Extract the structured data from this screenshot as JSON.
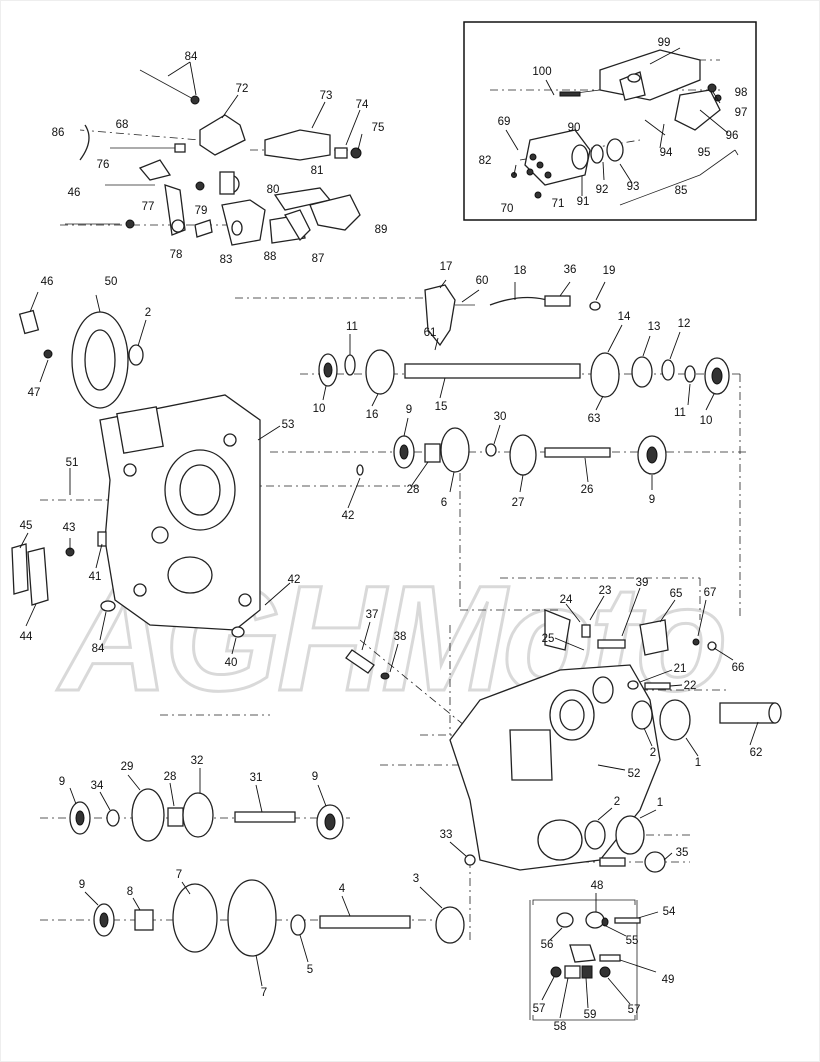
{
  "watermark": "AGHMoto",
  "callouts": [
    {
      "id": "c84a",
      "label": "84"
    },
    {
      "id": "c72",
      "label": "72"
    },
    {
      "id": "c73",
      "label": "73"
    },
    {
      "id": "c74",
      "label": "74"
    },
    {
      "id": "c75",
      "label": "75"
    },
    {
      "id": "c86",
      "label": "86"
    },
    {
      "id": "c68",
      "label": "68"
    },
    {
      "id": "c76",
      "label": "76"
    },
    {
      "id": "c46a",
      "label": "46"
    },
    {
      "id": "c77",
      "label": "77"
    },
    {
      "id": "c79",
      "label": "79"
    },
    {
      "id": "c80",
      "label": "80"
    },
    {
      "id": "c81",
      "label": "81"
    },
    {
      "id": "c83",
      "label": "83"
    },
    {
      "id": "c88",
      "label": "88"
    },
    {
      "id": "c87",
      "label": "87"
    },
    {
      "id": "c89",
      "label": "89"
    },
    {
      "id": "c78",
      "label": "78"
    },
    {
      "id": "c99",
      "label": "99"
    },
    {
      "id": "c100",
      "label": "100"
    },
    {
      "id": "c98",
      "label": "98"
    },
    {
      "id": "c97",
      "label": "97"
    },
    {
      "id": "c96",
      "label": "96"
    },
    {
      "id": "c69",
      "label": "69"
    },
    {
      "id": "c90",
      "label": "90"
    },
    {
      "id": "c94",
      "label": "94"
    },
    {
      "id": "c95",
      "label": "95"
    },
    {
      "id": "c82",
      "label": "82"
    },
    {
      "id": "c92",
      "label": "92"
    },
    {
      "id": "c93",
      "label": "93"
    },
    {
      "id": "c91",
      "label": "91"
    },
    {
      "id": "c70",
      "label": "70"
    },
    {
      "id": "c71",
      "label": "71"
    },
    {
      "id": "c85",
      "label": "85"
    },
    {
      "id": "c46b",
      "label": "46"
    },
    {
      "id": "c50",
      "label": "50"
    },
    {
      "id": "c2a",
      "label": "2"
    },
    {
      "id": "c47",
      "label": "47"
    },
    {
      "id": "c17",
      "label": "17"
    },
    {
      "id": "c60",
      "label": "60"
    },
    {
      "id": "c18",
      "label": "18"
    },
    {
      "id": "c36",
      "label": "36"
    },
    {
      "id": "c19",
      "label": "19"
    },
    {
      "id": "c61",
      "label": "61"
    },
    {
      "id": "c11a",
      "label": "11"
    },
    {
      "id": "c14",
      "label": "14"
    },
    {
      "id": "c13",
      "label": "13"
    },
    {
      "id": "c12",
      "label": "12"
    },
    {
      "id": "c10a",
      "label": "10"
    },
    {
      "id": "c16",
      "label": "16"
    },
    {
      "id": "c15",
      "label": "15"
    },
    {
      "id": "c63",
      "label": "63"
    },
    {
      "id": "c11b",
      "label": "11"
    },
    {
      "id": "c10b",
      "label": "10"
    },
    {
      "id": "c53",
      "label": "53"
    },
    {
      "id": "c9a",
      "label": "9"
    },
    {
      "id": "c30",
      "label": "30"
    },
    {
      "id": "c28a",
      "label": "28"
    },
    {
      "id": "c6",
      "label": "6"
    },
    {
      "id": "c27",
      "label": "27"
    },
    {
      "id": "c26",
      "label": "26"
    },
    {
      "id": "c9b",
      "label": "9"
    },
    {
      "id": "c51",
      "label": "51"
    },
    {
      "id": "c42a",
      "label": "42"
    },
    {
      "id": "c45",
      "label": "45"
    },
    {
      "id": "c43",
      "label": "43"
    },
    {
      "id": "c41",
      "label": "41"
    },
    {
      "id": "c42b",
      "label": "42"
    },
    {
      "id": "c44",
      "label": "44"
    },
    {
      "id": "c84b",
      "label": "84"
    },
    {
      "id": "c40",
      "label": "40"
    },
    {
      "id": "c37",
      "label": "37"
    },
    {
      "id": "c38",
      "label": "38"
    },
    {
      "id": "c24",
      "label": "24"
    },
    {
      "id": "c23",
      "label": "23"
    },
    {
      "id": "c39",
      "label": "39"
    },
    {
      "id": "c65",
      "label": "65"
    },
    {
      "id": "c67",
      "label": "67"
    },
    {
      "id": "c25",
      "label": "25"
    },
    {
      "id": "c66",
      "label": "66"
    },
    {
      "id": "c21",
      "label": "21"
    },
    {
      "id": "c22",
      "label": "22"
    },
    {
      "id": "c2b",
      "label": "2"
    },
    {
      "id": "c1a",
      "label": "1"
    },
    {
      "id": "c62",
      "label": "62"
    },
    {
      "id": "c52",
      "label": "52"
    },
    {
      "id": "c2c",
      "label": "2"
    },
    {
      "id": "c1b",
      "label": "1"
    },
    {
      "id": "c9c",
      "label": "9"
    },
    {
      "id": "c34",
      "label": "34"
    },
    {
      "id": "c29",
      "label": "29"
    },
    {
      "id": "c28b",
      "label": "28"
    },
    {
      "id": "c32",
      "label": "32"
    },
    {
      "id": "c31",
      "label": "31"
    },
    {
      "id": "c9d",
      "label": "9"
    },
    {
      "id": "c33",
      "label": "33"
    },
    {
      "id": "c35",
      "label": "35"
    },
    {
      "id": "c9e",
      "label": "9"
    },
    {
      "id": "c8",
      "label": "8"
    },
    {
      "id": "c7a",
      "label": "7"
    },
    {
      "id": "c4",
      "label": "4"
    },
    {
      "id": "c3",
      "label": "3"
    },
    {
      "id": "c5",
      "label": "5"
    },
    {
      "id": "c7b",
      "label": "7"
    },
    {
      "id": "c48",
      "label": "48"
    },
    {
      "id": "c54",
      "label": "54"
    },
    {
      "id": "c56",
      "label": "56"
    },
    {
      "id": "c55",
      "label": "55"
    },
    {
      "id": "c49",
      "label": "49"
    },
    {
      "id": "c57a",
      "label": "57"
    },
    {
      "id": "c58",
      "label": "58"
    },
    {
      "id": "c59",
      "label": "59"
    },
    {
      "id": "c57b",
      "label": "57"
    }
  ]
}
